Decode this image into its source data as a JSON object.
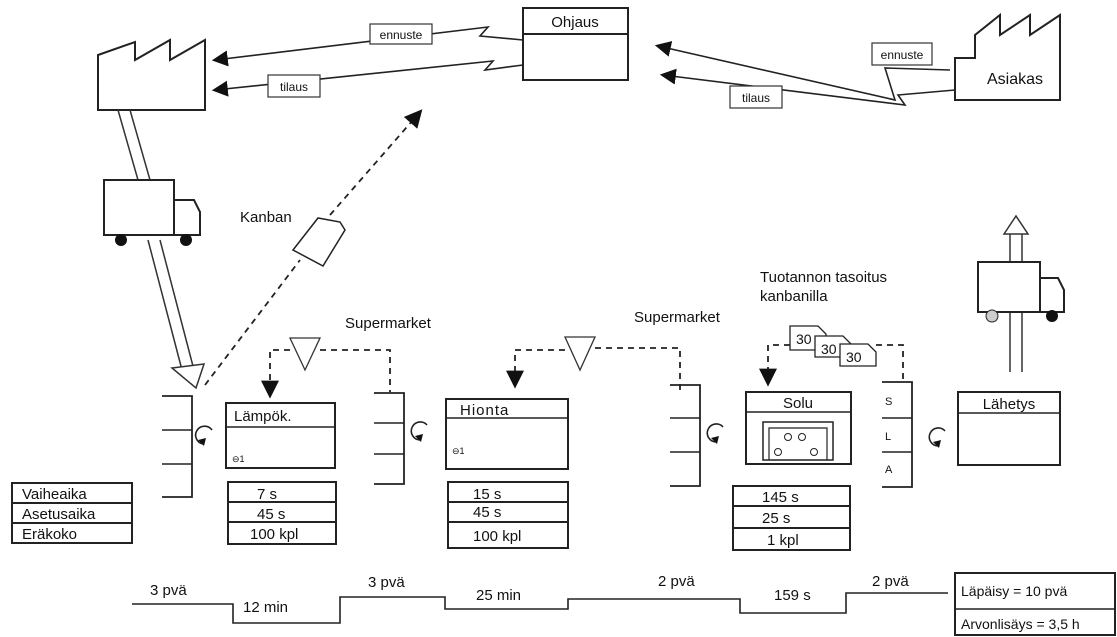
{
  "control": {
    "title": "Ohjaus"
  },
  "customer": {
    "name": "Asiakas"
  },
  "info_labels": {
    "forecast_left": "ennuste",
    "order_left": "tilaus",
    "forecast_right": "ennuste",
    "order_right": "tilaus"
  },
  "kanban": {
    "label": "Kanban"
  },
  "supermarkets": {
    "left": "Supermarket",
    "right": "Supermarket"
  },
  "leveling": {
    "line1": "Tuotannon tasoitus",
    "line2": "kanbanilla",
    "cards": [
      "30",
      "30",
      "30"
    ]
  },
  "sla": [
    "S",
    "L",
    "A"
  ],
  "legend": {
    "rows": [
      "Vaiheaika",
      "Asetusaika",
      "Eräkoko"
    ]
  },
  "processes": [
    {
      "name": "Lämpök.",
      "operator": "⊖1",
      "data": [
        "7 s",
        "45 s",
        "100 kpl"
      ]
    },
    {
      "name": "Hionta",
      "operator": "⊖1",
      "data": [
        "15 s",
        "45 s",
        "100 kpl"
      ]
    },
    {
      "name": "Solu",
      "data": [
        "145 s",
        "25 s",
        "1 kpl"
      ]
    },
    {
      "name": "Lähetys"
    }
  ],
  "timeline": {
    "waits": [
      "3 pvä",
      "3 pvä",
      "2 pvä",
      "2 pvä"
    ],
    "process_times": [
      "12 min",
      "25 min",
      "159 s"
    ]
  },
  "summary": {
    "lead_time": "Läpäisy = 10 pvä",
    "value_added": "Arvonlisäys = 3,5 h"
  }
}
